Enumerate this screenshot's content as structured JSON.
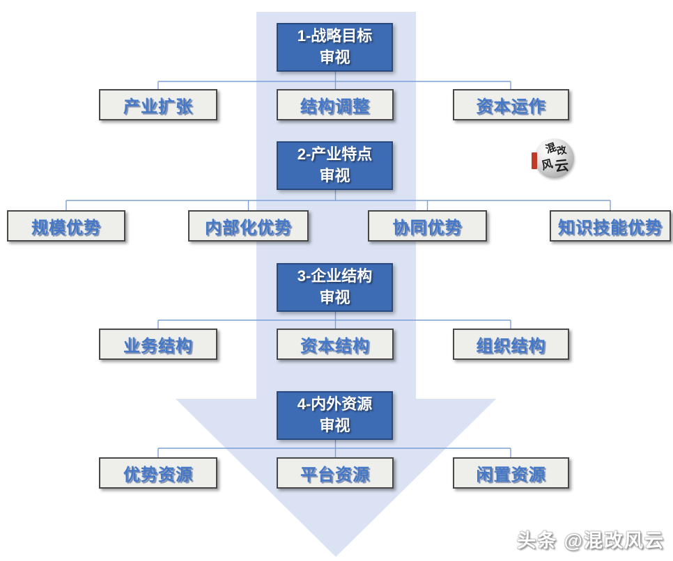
{
  "colors": {
    "header_fill": "#3E6CB4",
    "header_border": "#27497E",
    "child_fill": "#EEEFEB",
    "child_border": "#474747",
    "child_text": "#4678C8",
    "arrow_fill": "#DAE2F3",
    "connector": "#7DA0D4"
  },
  "levels": [
    {
      "title_line1": "1-战略目标",
      "title_line2": "审视",
      "children": [
        "产业扩张",
        "结构调整",
        "资本运作"
      ]
    },
    {
      "title_line1": "2-产业特点",
      "title_line2": "审视",
      "children": [
        "规模优势",
        "内部化优势",
        "协同优势",
        "知识技能优势"
      ]
    },
    {
      "title_line1": "3-企业结构",
      "title_line2": "审视",
      "children": [
        "业务结构",
        "资本结构",
        "组织结构"
      ]
    },
    {
      "title_line1": "4-内外资源",
      "title_line2": "审视",
      "children": [
        "优势资源",
        "平台资源",
        "闲置资源"
      ]
    }
  ],
  "logo": {
    "chars": [
      "混",
      "改",
      "风",
      "云"
    ]
  },
  "watermark": {
    "text": "头条 @混改风云"
  }
}
